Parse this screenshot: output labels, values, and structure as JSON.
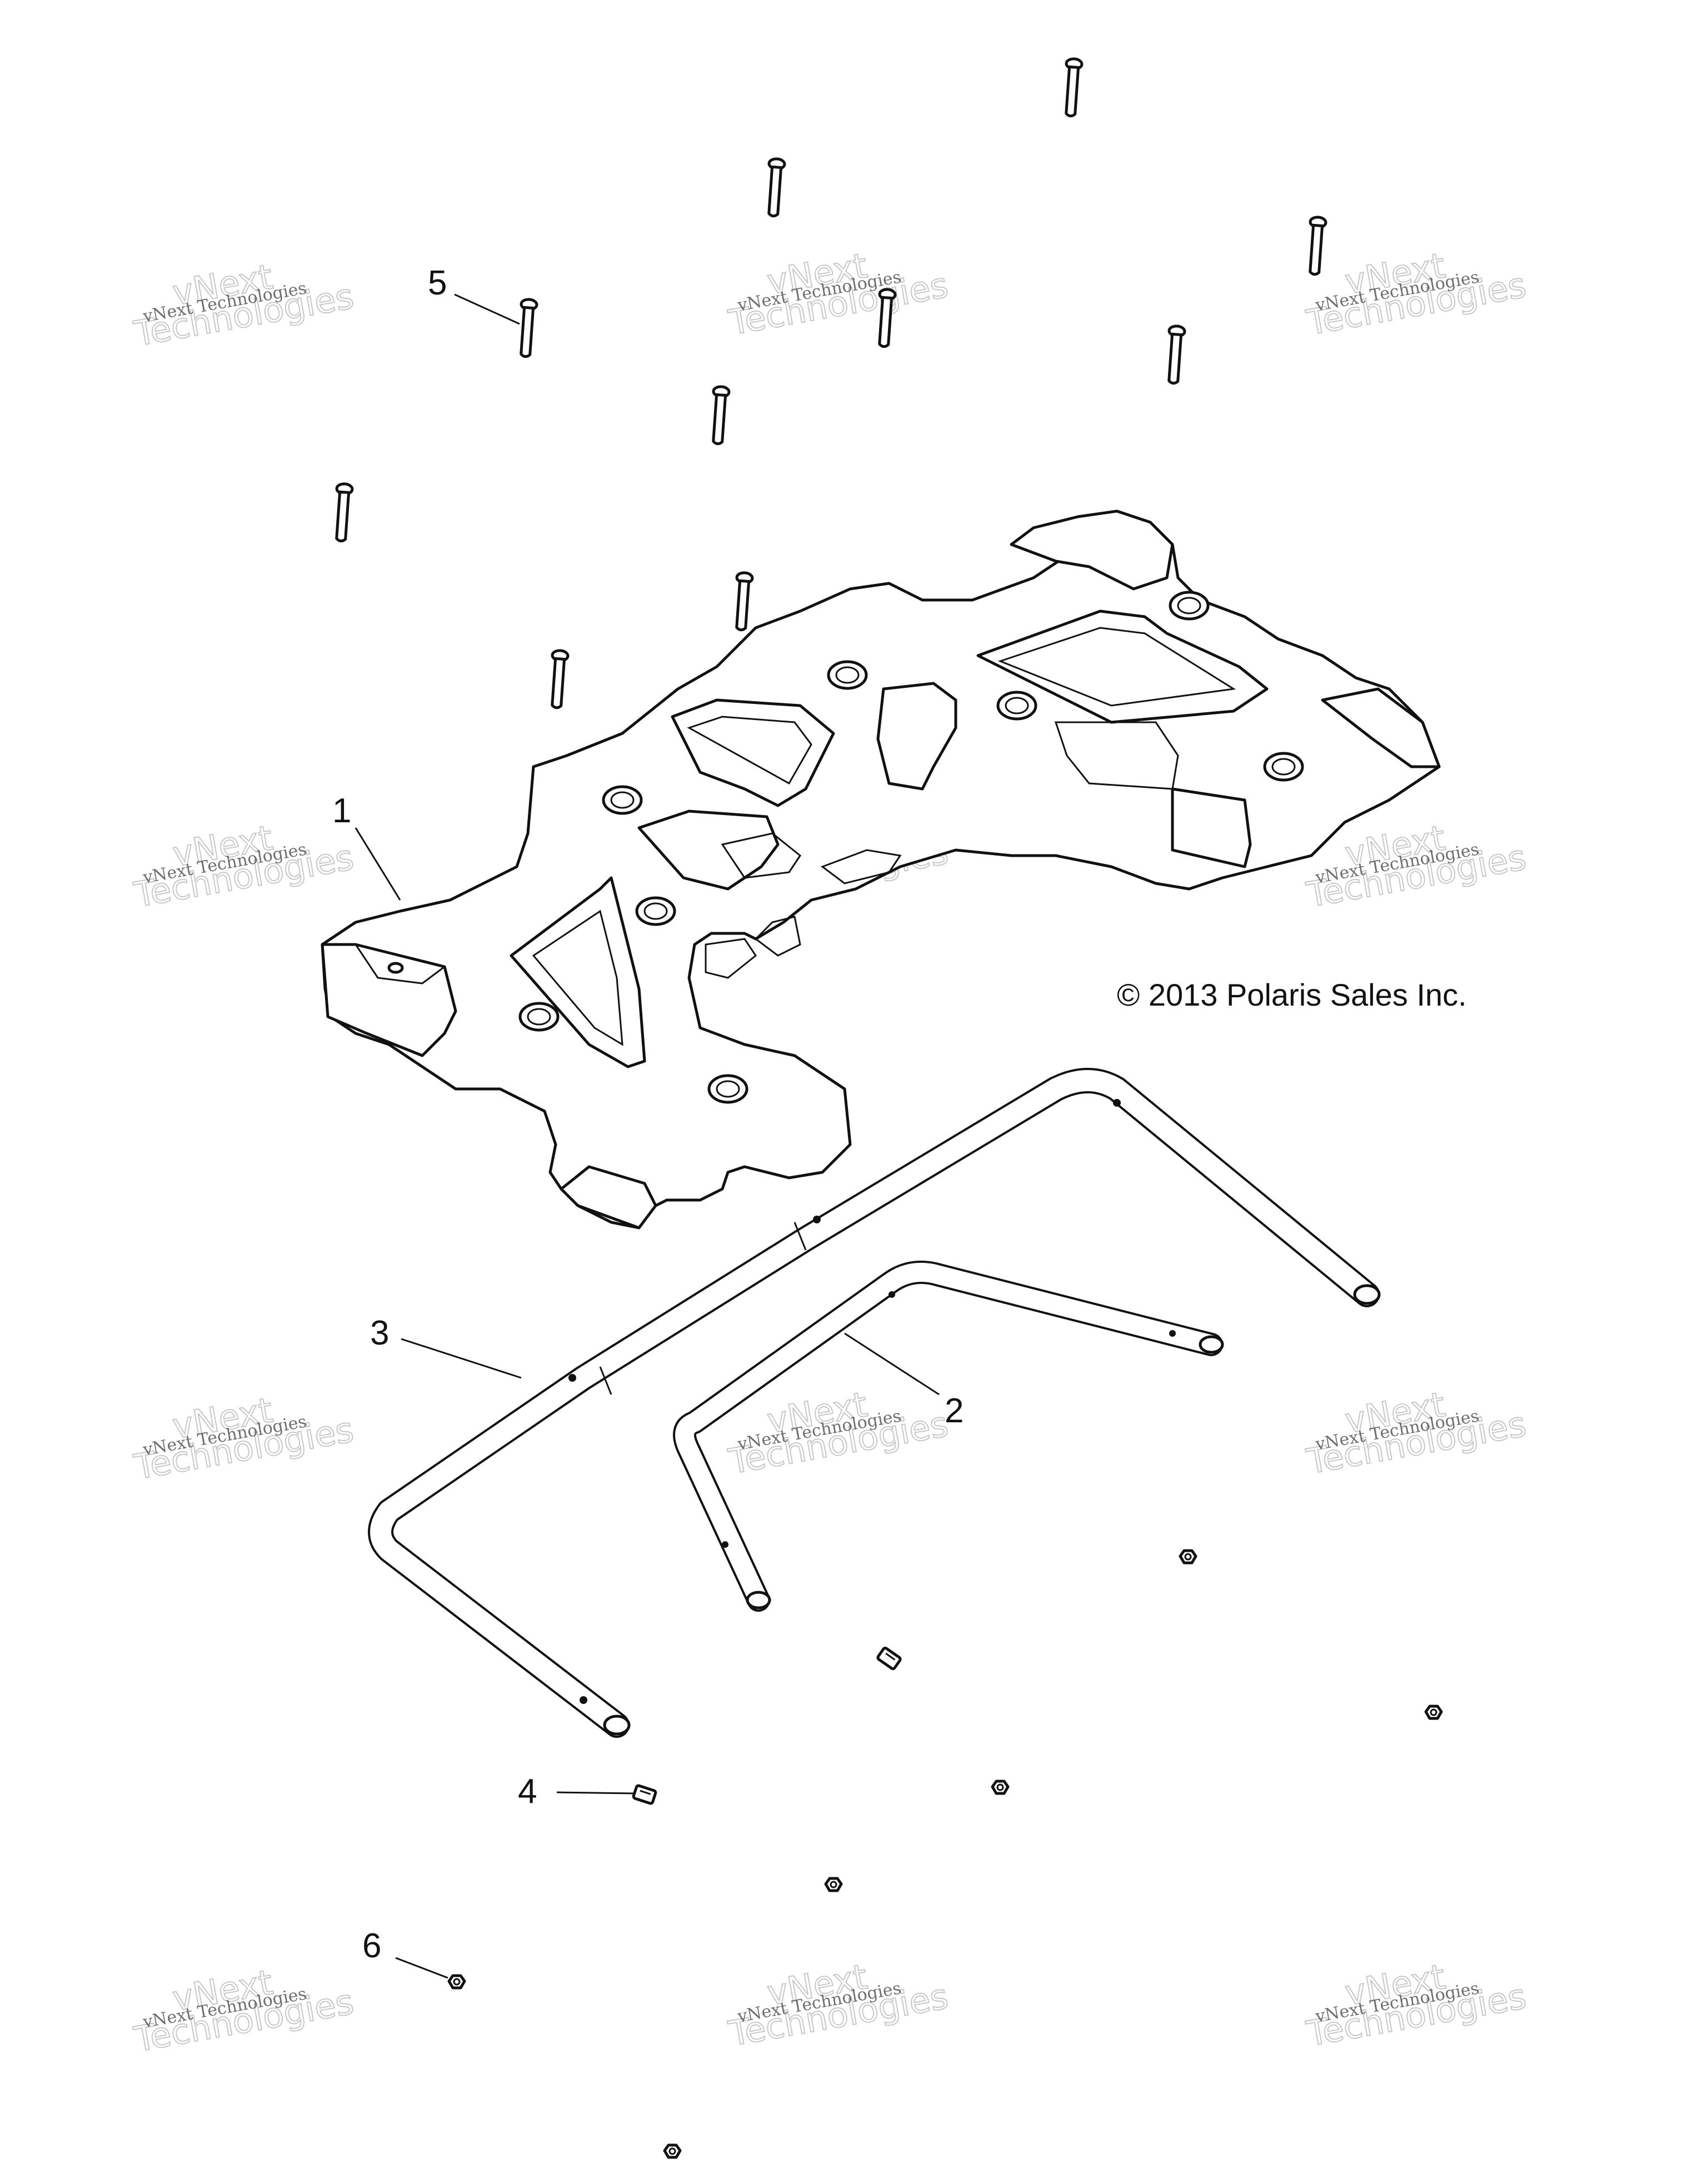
{
  "copyright": "© 2013 Polaris Sales Inc.",
  "callouts": {
    "c1": "1",
    "c2": "2",
    "c3": "3",
    "c4": "4",
    "c5": "5",
    "c6": "6"
  },
  "watermark": {
    "line1": "vNext Technologies",
    "line2": "vNext",
    "line3": "Technologies"
  },
  "parts": {
    "part1": "rack",
    "part2": "inner-tube",
    "part3": "outer-tube",
    "part4": "clip-nut",
    "part5": "bolt",
    "part6": "nut"
  }
}
